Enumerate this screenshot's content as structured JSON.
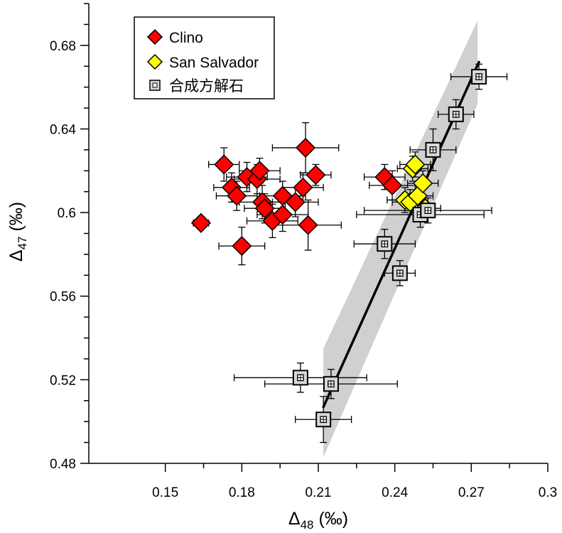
{
  "chart_data": {
    "type": "scatter",
    "xlabel": {
      "symbol": "Δ",
      "sub": "48",
      "unit": " (‰)"
    },
    "ylabel": {
      "symbol": "Δ",
      "sub": "47",
      "unit": " (‰)"
    },
    "xlim": [
      0.12,
      0.3
    ],
    "ylim": [
      0.48,
      0.7
    ],
    "x_ticks": [
      {
        "value": 0.15,
        "label": "0.15"
      },
      {
        "value": 0.18,
        "label": "0.18"
      },
      {
        "value": 0.21,
        "label": "0.21"
      },
      {
        "value": 0.24,
        "label": "0.24"
      },
      {
        "value": 0.27,
        "label": "0.27"
      },
      {
        "value": 0.3,
        "label": "0.3"
      }
    ],
    "y_ticks": [
      {
        "value": 0.48,
        "label": "0.48"
      },
      {
        "value": 0.52,
        "label": "0.52"
      },
      {
        "value": 0.56,
        "label": "0.56"
      },
      {
        "value": 0.6,
        "label": "0.6"
      },
      {
        "value": 0.64,
        "label": "0.64"
      },
      {
        "value": 0.68,
        "label": "0.68"
      }
    ],
    "grid": false,
    "legend_position": "top-left",
    "series": [
      {
        "name": "Clino",
        "marker": "diamond",
        "color": "#ff0000",
        "points": [
          {
            "x": 0.164,
            "y": 0.595,
            "xerr": 0.003,
            "yerr": 0.003
          },
          {
            "x": 0.173,
            "y": 0.623,
            "xerr": 0.006,
            "yerr": 0.008
          },
          {
            "x": 0.176,
            "y": 0.612,
            "xerr": 0.007,
            "yerr": 0.007
          },
          {
            "x": 0.178,
            "y": 0.608,
            "xerr": 0.008,
            "yerr": 0.007
          },
          {
            "x": 0.18,
            "y": 0.584,
            "xerr": 0.009,
            "yerr": 0.009
          },
          {
            "x": 0.182,
            "y": 0.617,
            "xerr": 0.008,
            "yerr": 0.007
          },
          {
            "x": 0.186,
            "y": 0.616,
            "xerr": 0.009,
            "yerr": 0.007
          },
          {
            "x": 0.187,
            "y": 0.62,
            "xerr": 0.008,
            "yerr": 0.006
          },
          {
            "x": 0.188,
            "y": 0.605,
            "xerr": 0.009,
            "yerr": 0.008
          },
          {
            "x": 0.189,
            "y": 0.602,
            "xerr": 0.008,
            "yerr": 0.007
          },
          {
            "x": 0.192,
            "y": 0.596,
            "xerr": 0.01,
            "yerr": 0.008
          },
          {
            "x": 0.196,
            "y": 0.608,
            "xerr": 0.009,
            "yerr": 0.007
          },
          {
            "x": 0.196,
            "y": 0.599,
            "xerr": 0.01,
            "yerr": 0.008
          },
          {
            "x": 0.201,
            "y": 0.605,
            "xerr": 0.009,
            "yerr": 0.007
          },
          {
            "x": 0.204,
            "y": 0.612,
            "xerr": 0.008,
            "yerr": 0.007
          },
          {
            "x": 0.205,
            "y": 0.631,
            "xerr": 0.013,
            "yerr": 0.012
          },
          {
            "x": 0.206,
            "y": 0.594,
            "xerr": 0.013,
            "yerr": 0.012
          },
          {
            "x": 0.209,
            "y": 0.618,
            "xerr": 0.006,
            "yerr": 0.005
          },
          {
            "x": 0.236,
            "y": 0.617,
            "xerr": 0.008,
            "yerr": 0.006
          },
          {
            "x": 0.239,
            "y": 0.613,
            "xerr": 0.009,
            "yerr": 0.007
          }
        ]
      },
      {
        "name": "San Salvador",
        "marker": "diamond",
        "color": "#ffff00",
        "points": [
          {
            "x": 0.244,
            "y": 0.606,
            "xerr": 0.007,
            "yerr": 0.006
          },
          {
            "x": 0.246,
            "y": 0.605,
            "xerr": 0.007,
            "yerr": 0.006
          },
          {
            "x": 0.247,
            "y": 0.621,
            "xerr": 0.006,
            "yerr": 0.006
          },
          {
            "x": 0.248,
            "y": 0.623,
            "xerr": 0.006,
            "yerr": 0.006
          },
          {
            "x": 0.249,
            "y": 0.608,
            "xerr": 0.006,
            "yerr": 0.006
          },
          {
            "x": 0.251,
            "y": 0.614,
            "xerr": 0.006,
            "yerr": 0.006
          },
          {
            "x": 0.252,
            "y": 0.602,
            "xerr": 0.006,
            "yerr": 0.006
          }
        ]
      },
      {
        "name": "合成方解石",
        "marker": "square",
        "color": "#d9d9d9",
        "points": [
          {
            "x": 0.203,
            "y": 0.521,
            "xerr": 0.026,
            "yerr": 0.007
          },
          {
            "x": 0.212,
            "y": 0.501,
            "xerr": 0.011,
            "yerr": 0.011
          },
          {
            "x": 0.215,
            "y": 0.518,
            "xerr": 0.026,
            "yerr": 0.007
          },
          {
            "x": 0.236,
            "y": 0.585,
            "xerr": 0.012,
            "yerr": 0.007
          },
          {
            "x": 0.242,
            "y": 0.571,
            "xerr": 0.006,
            "yerr": 0.006
          },
          {
            "x": 0.25,
            "y": 0.599,
            "xerr": 0.025,
            "yerr": 0.006
          },
          {
            "x": 0.253,
            "y": 0.601,
            "xerr": 0.025,
            "yerr": 0.006
          },
          {
            "x": 0.255,
            "y": 0.63,
            "xerr": 0.009,
            "yerr": 0.01
          },
          {
            "x": 0.264,
            "y": 0.647,
            "xerr": 0.007,
            "yerr": 0.007
          },
          {
            "x": 0.273,
            "y": 0.665,
            "xerr": 0.011,
            "yerr": 0.006
          }
        ]
      }
    ],
    "fit_line": {
      "x": [
        0.212,
        0.273
      ],
      "y": [
        0.507,
        0.672
      ],
      "band": {
        "x": [
          0.212,
          0.2725
        ],
        "upper": [
          0.535,
          0.692
        ],
        "lower": [
          0.483,
          0.652
        ]
      }
    }
  }
}
